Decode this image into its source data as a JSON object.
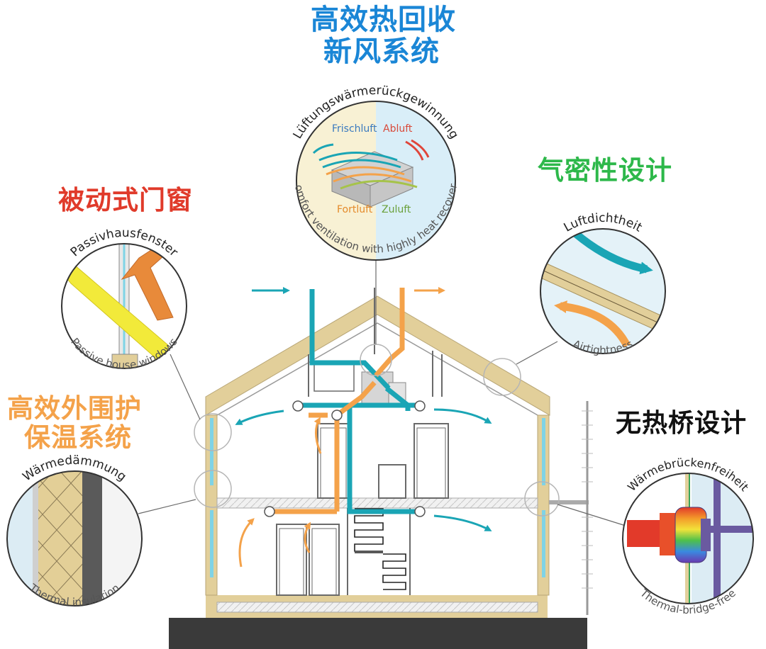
{
  "headings": {
    "ventilation": [
      "高效热回收",
      "新风系统"
    ],
    "windows": "被动式门窗",
    "airtightness": "气密性设计",
    "insulation": [
      "高效外围护",
      "保温系统"
    ],
    "thermal_bridge": "无热桥设计"
  },
  "callouts": {
    "ventilation": {
      "de": "Lüftungswärmerückgewinnung",
      "en": "Comfort ventilation with highly heat recovery",
      "labels": {
        "frischluft": "Frischluft",
        "abluft": "Abluft",
        "fortluft": "Fortluft",
        "zuluft": "Zuluft"
      }
    },
    "windows": {
      "de": "Passivhausfenster",
      "en": "Passive house windows"
    },
    "airtightness": {
      "de": "Luftdichtheit",
      "en": "Airtightness"
    },
    "insulation": {
      "de": "Wärmedämmung",
      "en": "Thermal insulation"
    },
    "thermal_bridge": {
      "de": "Wärmebrückenfreiheit",
      "en": "Thermal-bridge-free"
    }
  },
  "colors": {
    "ventilation_heading": "#1a86d6",
    "windows_heading": "#e03a2a",
    "airtightness_heading": "#2db84a",
    "insulation_heading": "#f4a24a",
    "thermal_bridge_heading": "#111111",
    "fresh_air_duct": "#1aa5b5",
    "exhaust_air_duct": "#f4a24a",
    "structure": "#e2cf9a",
    "ground": "#3a3a3a"
  }
}
